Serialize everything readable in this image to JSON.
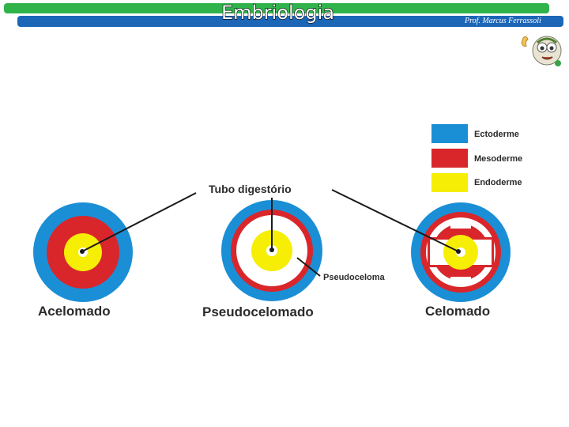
{
  "header": {
    "title": "Embriologia",
    "author": "Prof. Marcus Ferrassoli"
  },
  "colors": {
    "ectoderm": "#1a8fd6",
    "mesoderm": "#d9262b",
    "endoderm": "#f6ee05",
    "header_green": "#2fb34a",
    "header_blue": "#1c66b8"
  },
  "legend": {
    "items": [
      {
        "label": "Ectoderme",
        "color": "#1a8fd6"
      },
      {
        "label": "Mesoderme",
        "color": "#d9262b"
      },
      {
        "label": "Endoderme",
        "color": "#f6ee05"
      }
    ]
  },
  "diagram": {
    "tube_label": "Tubo digestório",
    "pseudocoel_label": "Pseudoceloma",
    "organisms": {
      "acelomado": "Acelomado",
      "pseudocelomado": "Pseudocelomado",
      "celomado": "Celomado"
    }
  }
}
